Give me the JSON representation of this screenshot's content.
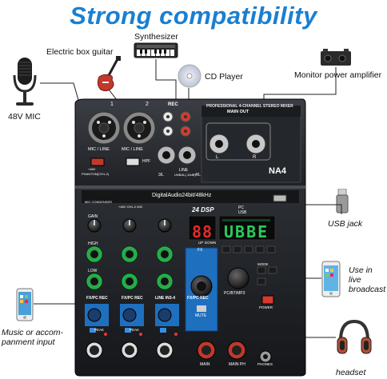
{
  "headline": "Strong compatibility",
  "callouts": {
    "synthesizer": "Synthesizer",
    "electric_guitar": "Electric box guitar",
    "cd_player": "CD Player",
    "monitor_amp": "Monitor power amplifier",
    "mic": "48V MIC",
    "usb_jack": "USB jack",
    "live_broadcast": "Use in live broadcast",
    "music_input": "Music or accom-panment input",
    "headset": "headset"
  },
  "mixer": {
    "panel_title": "PROFESSIONAL 4-CHANNEL STEREO MIXER",
    "model": "NA4",
    "main_out": "MAIN OUT",
    "rec": "REC",
    "ch1": "1",
    "ch2": "2",
    "mic_line_1": "MIC / LINE",
    "mic_line_2": "MIC / LINE",
    "hpf": "HPF",
    "phantom": "PHANTOM(CH1-2)",
    "plus48v": "+48V",
    "line": "LINE",
    "unbal": "UNBAL(-10dB)",
    "l3": "3/L",
    "l4": "4/L",
    "out_l": "L",
    "out_r": "R",
    "digital": "DigitalAudio24bit/48kHz",
    "dsp": "24 DSP",
    "pc": "PC",
    "usb": "USB",
    "mic_condenser": "MIC CONDENSER",
    "plus48v_ch": "+48V CH1-2 MIC",
    "gain": "GAIN",
    "high": "HIGH",
    "low": "LOW",
    "fx_pc_rec_1": "FX/PC REC",
    "fx_pc_rec_2": "FX/PC REC",
    "line_in": "LINE IN3-4",
    "fx_pc_rec_3": "FX/PC REC",
    "fx": "FX",
    "mute": "MUTE",
    "pc_bt_mp3": "PC/BT/MP3",
    "power": "POWER",
    "mode": "MODE",
    "peak1": "PEAK",
    "peak2": "PEAK",
    "main": "MAIN",
    "main_ph": "MAIN PH",
    "phones": "PHONES",
    "display_left": "88",
    "display_right": "UBBE",
    "up": "UP",
    "down": "DOWN"
  }
}
